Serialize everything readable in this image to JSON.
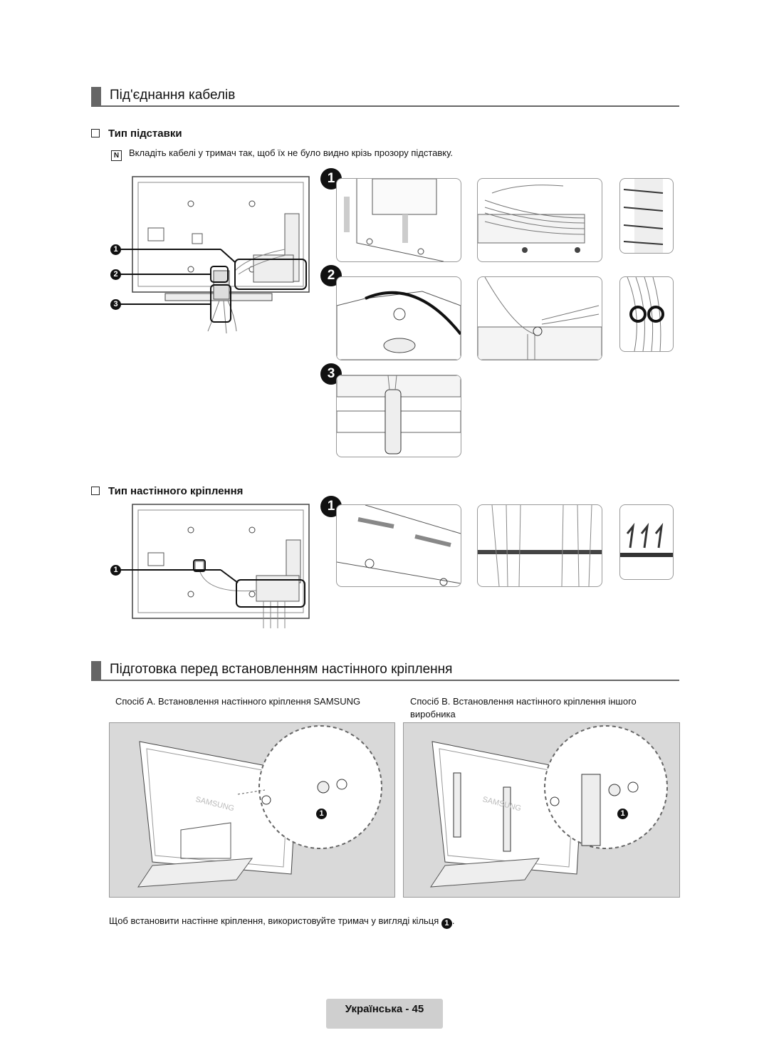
{
  "section1": {
    "title": "Під'єднання кабелів"
  },
  "stand": {
    "heading": "Тип підставки",
    "note_icon": "N",
    "note": "Вкладіть кабелі у тримач так, щоб їх не було видно крізь прозору підставку.",
    "callouts": [
      "1",
      "2",
      "3"
    ]
  },
  "wall": {
    "heading": "Тип настінного кріплення",
    "callouts": [
      "1"
    ]
  },
  "section2": {
    "title": "Підготовка перед встановленням настінного кріплення"
  },
  "method_a": {
    "caption": "Спосіб A. Встановлення настінного кріплення SAMSUNG",
    "brand": "SAMSUNG",
    "callout": "1"
  },
  "method_b": {
    "caption": "Спосіб B. Встановлення настінного кріплення іншого виробника",
    "brand": "SAMSUNG",
    "callout": "1"
  },
  "bottom_note": {
    "text": "Щоб встановити настінне кріплення, використовуйте тримач у вигляді кільця",
    "callout": "1",
    "end": "."
  },
  "footer": {
    "label": "Українська - 45"
  },
  "colors": {
    "section_bar": "#666666",
    "panel_bg": "#d9d9d9",
    "footer_bg": "#cfcfcf"
  }
}
